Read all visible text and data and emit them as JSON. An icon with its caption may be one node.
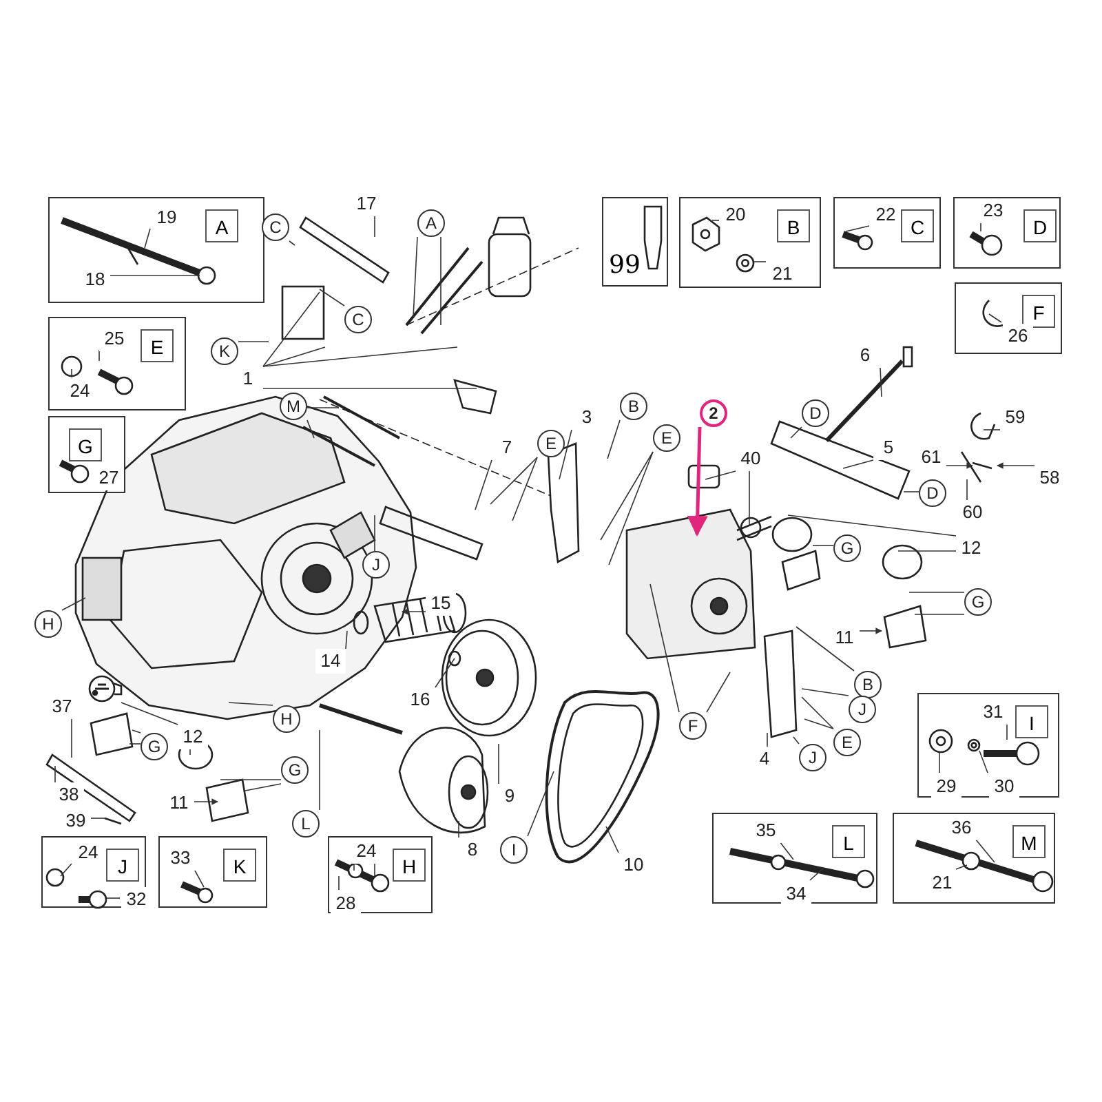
{
  "diagram": {
    "nodes": [
      {
        "text": [
          "A"
        ]
      },
      {
        "text": [
          "19"
        ],
        "in": 0
      },
      {
        "text": [
          "18"
        ],
        "in": 0
      },
      {
        "text": [
          "17"
        ]
      },
      {
        "text": [
          "C"
        ]
      },
      {
        "text": [
          "A"
        ]
      },
      {
        "text": [
          "99"
        ]
      },
      {
        "text": [
          "B"
        ]
      },
      {
        "text": [
          "20"
        ],
        "in": 7
      },
      {
        "text": [
          "21"
        ],
        "in": 7
      },
      {
        "text": [
          "C"
        ]
      },
      {
        "text": [
          "22"
        ],
        "in": 10
      },
      {
        "text": [
          "D"
        ]
      },
      {
        "text": [
          "23"
        ],
        "in": 12
      },
      {
        "text": [
          "C"
        ]
      },
      {
        "text": [
          "F"
        ]
      },
      {
        "text": [
          "26"
        ],
        "in": 15
      },
      {
        "text": [
          "E"
        ]
      },
      {
        "text": [
          "25"
        ],
        "in": 17
      },
      {
        "text": [
          "24"
        ],
        "in": 17
      },
      {
        "text": [
          "K"
        ]
      },
      {
        "text": [
          "6"
        ]
      },
      {
        "text": [
          "1"
        ]
      },
      {
        "text": [
          "G"
        ]
      },
      {
        "text": [
          "27"
        ],
        "in": 23
      },
      {
        "text": [
          "M"
        ]
      },
      {
        "text": [
          "B"
        ]
      },
      {
        "text": [
          "2"
        ]
      },
      {
        "text": [
          "D"
        ]
      },
      {
        "text": [
          "3"
        ]
      },
      {
        "text": [
          "59"
        ]
      },
      {
        "text": [
          "E"
        ]
      },
      {
        "text": [
          "E"
        ]
      },
      {
        "text": [
          "7"
        ]
      },
      {
        "text": [
          "40"
        ]
      },
      {
        "text": [
          "5"
        ]
      },
      {
        "text": [
          "61"
        ]
      },
      {
        "text": [
          "58"
        ]
      },
      {
        "text": [
          "D"
        ]
      },
      {
        "text": [
          "60"
        ]
      },
      {
        "text": [
          "12"
        ]
      },
      {
        "text": [
          "G"
        ]
      },
      {
        "text": [
          "J"
        ]
      },
      {
        "text": [
          "G"
        ]
      },
      {
        "text": [
          "15"
        ]
      },
      {
        "text": [
          "H"
        ]
      },
      {
        "text": [
          "11"
        ]
      },
      {
        "text": [
          "14"
        ]
      },
      {
        "text": [
          "B"
        ]
      },
      {
        "text": [
          "I"
        ]
      },
      {
        "text": [
          "31"
        ],
        "in": 49
      },
      {
        "text": [
          "16"
        ]
      },
      {
        "text": [
          "37"
        ]
      },
      {
        "text": [
          "J"
        ]
      },
      {
        "text": [
          "H"
        ]
      },
      {
        "text": [
          "G"
        ]
      },
      {
        "text": [
          "F"
        ]
      },
      {
        "text": [
          "12"
        ]
      },
      {
        "text": [
          "E"
        ]
      },
      {
        "text": [
          "J"
        ]
      },
      {
        "text": [
          "4"
        ]
      },
      {
        "text": [
          "G"
        ]
      },
      {
        "text": [
          "29"
        ],
        "in": 49
      },
      {
        "text": [
          "30"
        ],
        "in": 49
      },
      {
        "text": [
          "9"
        ]
      },
      {
        "text": [
          "38"
        ]
      },
      {
        "text": [
          "11"
        ]
      },
      {
        "text": [
          "39"
        ]
      },
      {
        "text": [
          "L"
        ]
      },
      {
        "text": [
          "35"
        ],
        "in": 68
      },
      {
        "text": [
          "L"
        ]
      },
      {
        "text": [
          "M"
        ]
      },
      {
        "text": [
          "36"
        ],
        "in": 71
      },
      {
        "text": [
          "J"
        ]
      },
      {
        "text": [
          "24"
        ],
        "in": 73
      },
      {
        "text": [
          "K"
        ]
      },
      {
        "text": [
          "33"
        ],
        "in": 75
      },
      {
        "text": [
          "H"
        ]
      },
      {
        "text": [
          "24"
        ],
        "in": 77
      },
      {
        "text": [
          "8"
        ]
      },
      {
        "text": [
          "I"
        ]
      },
      {
        "text": [
          "10"
        ]
      },
      {
        "text": [
          "34"
        ],
        "in": 68
      },
      {
        "text": [
          "21"
        ],
        "in": 71
      },
      {
        "text": [
          "32"
        ],
        "in": 73
      },
      {
        "text": [
          "28"
        ],
        "in": 77
      },
      {
        "text": [],
        "shape": "picture",
        "in": 7
      },
      {
        "text": [],
        "shape": "picture"
      },
      {
        "text": [],
        "shape": "picture",
        "in": 49
      },
      {
        "text": [],
        "shape": "picture",
        "in": 49
      },
      {
        "text": [],
        "shape": "picture",
        "in": 49
      },
      {
        "text": [],
        "shape": "picture",
        "in": 73
      }
    ],
    "edges": [
      {
        "from": 1,
        "to": null,
        "arrow": "none"
      },
      {
        "from": 2,
        "to": null,
        "arrow": "none"
      },
      {
        "from": 3,
        "to": null,
        "arrow": "none"
      },
      {
        "from": 4,
        "to": null,
        "arrow": "none"
      },
      {
        "from": 5,
        "to": null,
        "arrow": "none"
      },
      {
        "from": 5,
        "to": null,
        "arrow": "none"
      },
      {
        "from": 8,
        "to": null,
        "arrow": "none"
      },
      {
        "from": 9,
        "to": 86,
        "arrow": "none"
      },
      {
        "from": 11,
        "to": null,
        "arrow": "none"
      },
      {
        "from": 13,
        "to": null,
        "arrow": "none"
      },
      {
        "from": 16,
        "to": null,
        "arrow": "none"
      },
      {
        "from": 14,
        "to": null,
        "arrow": "none"
      },
      {
        "from": 18,
        "to": null,
        "arrow": "none"
      },
      {
        "from": 19,
        "to": null,
        "arrow": "none"
      },
      {
        "from": 20,
        "to": null,
        "arrow": "none"
      },
      {
        "from": 21,
        "to": null,
        "arrow": "none"
      },
      {
        "from": 22,
        "to": null,
        "arrow": "none"
      },
      {
        "from": 22,
        "to": null,
        "arrow": "none"
      },
      {
        "from": 22,
        "to": null,
        "arrow": "none"
      },
      {
        "from": 22,
        "to": null,
        "arrow": "none"
      },
      {
        "from": 25,
        "to": null,
        "arrow": "none"
      },
      {
        "from": 25,
        "to": null,
        "arrow": "none"
      },
      {
        "from": 26,
        "to": null,
        "arrow": "none"
      },
      {
        "from": 27,
        "to": null,
        "arrow": "to",
        "style": "thick",
        "color": "#e0267d"
      },
      {
        "from": 28,
        "to": null,
        "arrow": "none"
      },
      {
        "from": 29,
        "to": null,
        "arrow": "none"
      },
      {
        "from": 30,
        "to": null,
        "arrow": "none"
      },
      {
        "from": 31,
        "to": null,
        "arrow": "none"
      },
      {
        "from": 31,
        "to": null,
        "arrow": "none"
      },
      {
        "from": 32,
        "to": null,
        "arrow": "none"
      },
      {
        "from": 32,
        "to": null,
        "arrow": "none"
      },
      {
        "from": 33,
        "to": null,
        "arrow": "none"
      },
      {
        "from": 34,
        "to": null,
        "arrow": "none"
      },
      {
        "from": 34,
        "to": null,
        "arrow": "none"
      },
      {
        "from": 35,
        "to": null,
        "arrow": "none"
      },
      {
        "from": 36,
        "to": null,
        "arrow": "to"
      },
      {
        "from": 37,
        "to": null,
        "arrow": "to"
      },
      {
        "from": 38,
        "to": null,
        "arrow": "none"
      },
      {
        "from": 39,
        "to": null,
        "arrow": "none"
      },
      {
        "from": 40,
        "to": null,
        "arrow": "none"
      },
      {
        "from": 40,
        "to": null,
        "arrow": "none"
      },
      {
        "from": 41,
        "to": null,
        "arrow": "none"
      },
      {
        "from": 42,
        "to": null,
        "arrow": "none"
      },
      {
        "from": 43,
        "to": null,
        "arrow": "none"
      },
      {
        "from": 43,
        "to": null,
        "arrow": "none"
      },
      {
        "from": 44,
        "to": null,
        "arrow": "to"
      },
      {
        "from": 45,
        "to": null,
        "arrow": "none"
      },
      {
        "from": 46,
        "to": null,
        "arrow": "to"
      },
      {
        "from": 47,
        "to": null,
        "arrow": "none"
      },
      {
        "from": 48,
        "to": null,
        "arrow": "none"
      },
      {
        "from": 50,
        "to": 90,
        "arrow": "none"
      },
      {
        "from": 51,
        "to": null,
        "arrow": "none"
      },
      {
        "from": 52,
        "to": null,
        "arrow": "none"
      },
      {
        "from": 53,
        "to": null,
        "arrow": "none"
      },
      {
        "from": 54,
        "to": null,
        "arrow": "none"
      },
      {
        "from": 55,
        "to": null,
        "arrow": "none"
      },
      {
        "from": 55,
        "to": null,
        "arrow": "none"
      },
      {
        "from": 56,
        "to": null,
        "arrow": "none"
      },
      {
        "from": 56,
        "to": null,
        "arrow": "none"
      },
      {
        "from": 57,
        "to": 87,
        "arrow": "none"
      },
      {
        "from": 57,
        "to": null,
        "arrow": "none"
      },
      {
        "from": 58,
        "to": null,
        "arrow": "none"
      },
      {
        "from": 58,
        "to": null,
        "arrow": "none"
      },
      {
        "from": 59,
        "to": null,
        "arrow": "none"
      },
      {
        "from": 60,
        "to": null,
        "arrow": "none"
      },
      {
        "from": 61,
        "to": null,
        "arrow": "none"
      },
      {
        "from": 61,
        "to": null,
        "arrow": "none"
      },
      {
        "from": 62,
        "to": 88,
        "arrow": "none"
      },
      {
        "from": 63,
        "to": 89,
        "arrow": "none"
      },
      {
        "from": 64,
        "to": null,
        "arrow": "none"
      },
      {
        "from": 65,
        "to": null,
        "arrow": "none"
      },
      {
        "from": 66,
        "to": null,
        "arrow": "to"
      },
      {
        "from": 67,
        "to": null,
        "arrow": "none"
      },
      {
        "from": 69,
        "to": null,
        "arrow": "none"
      },
      {
        "from": 70,
        "to": null,
        "arrow": "none"
      },
      {
        "from": 72,
        "to": null,
        "arrow": "none"
      },
      {
        "from": 74,
        "to": null,
        "arrow": "none"
      },
      {
        "from": 76,
        "to": null,
        "arrow": "none"
      },
      {
        "from": 78,
        "to": null,
        "arrow": "none"
      },
      {
        "from": 78,
        "to": null,
        "arrow": "none"
      },
      {
        "from": 79,
        "to": null,
        "arrow": "none"
      },
      {
        "from": 80,
        "to": null,
        "arrow": "none"
      },
      {
        "from": 81,
        "to": null,
        "arrow": "none"
      },
      {
        "from": 82,
        "to": null,
        "arrow": "none"
      },
      {
        "from": 83,
        "to": null,
        "arrow": "none"
      },
      {
        "from": 84,
        "to": 91,
        "arrow": "none"
      },
      {
        "from": 85,
        "to": null,
        "arrow": "none"
      }
    ]
  }
}
